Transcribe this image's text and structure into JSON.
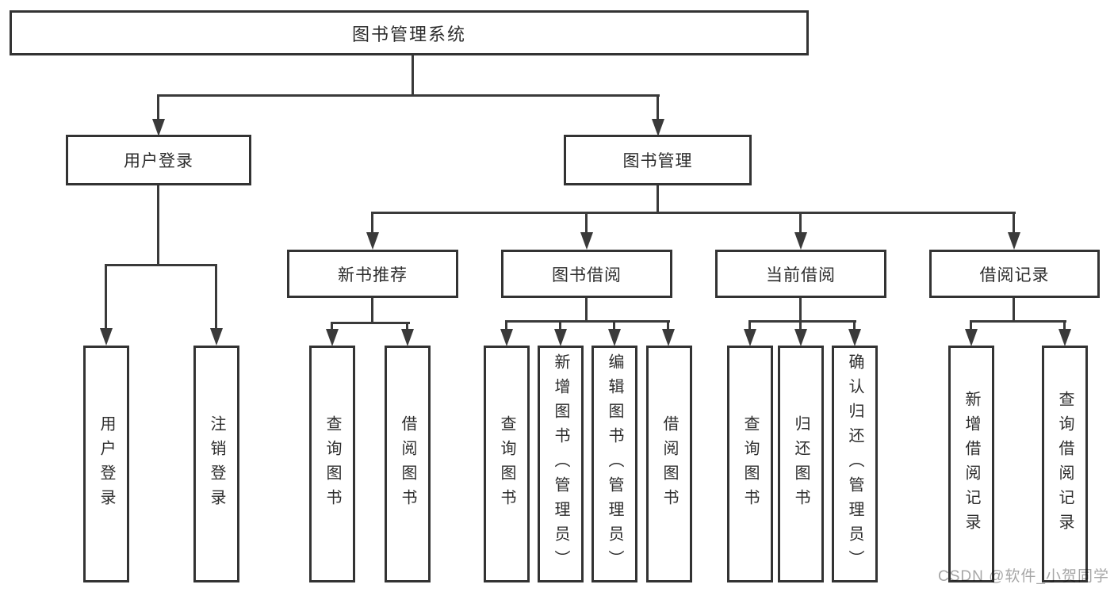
{
  "tree": {
    "root": "图书管理系统",
    "userLogin": {
      "label": "用户登录",
      "children": [
        "用户登录",
        "注销登录"
      ]
    },
    "bookMgmt": {
      "label": "图书管理"
    },
    "newBook": {
      "label": "新书推荐",
      "children": [
        "查询图书",
        "借阅图书"
      ]
    },
    "borrow": {
      "label": "图书借阅",
      "children": [
        "查询图书",
        "新增图书（管理员）",
        "编辑图书（管理员）",
        "借阅图书"
      ]
    },
    "current": {
      "label": "当前借阅",
      "children": [
        "查询图书",
        "归还图书",
        "确认归还（管理员）"
      ]
    },
    "records": {
      "label": "借阅记录",
      "children": [
        "新增借阅记录",
        "查询借阅记录"
      ]
    }
  },
  "watermark": "CSDN @软件_小贺同学",
  "colors": {
    "background": "#ffffff",
    "line": "#3a3a3a",
    "box_border": "#333333",
    "text": "#2d2d2d",
    "watermark": "#969696"
  }
}
